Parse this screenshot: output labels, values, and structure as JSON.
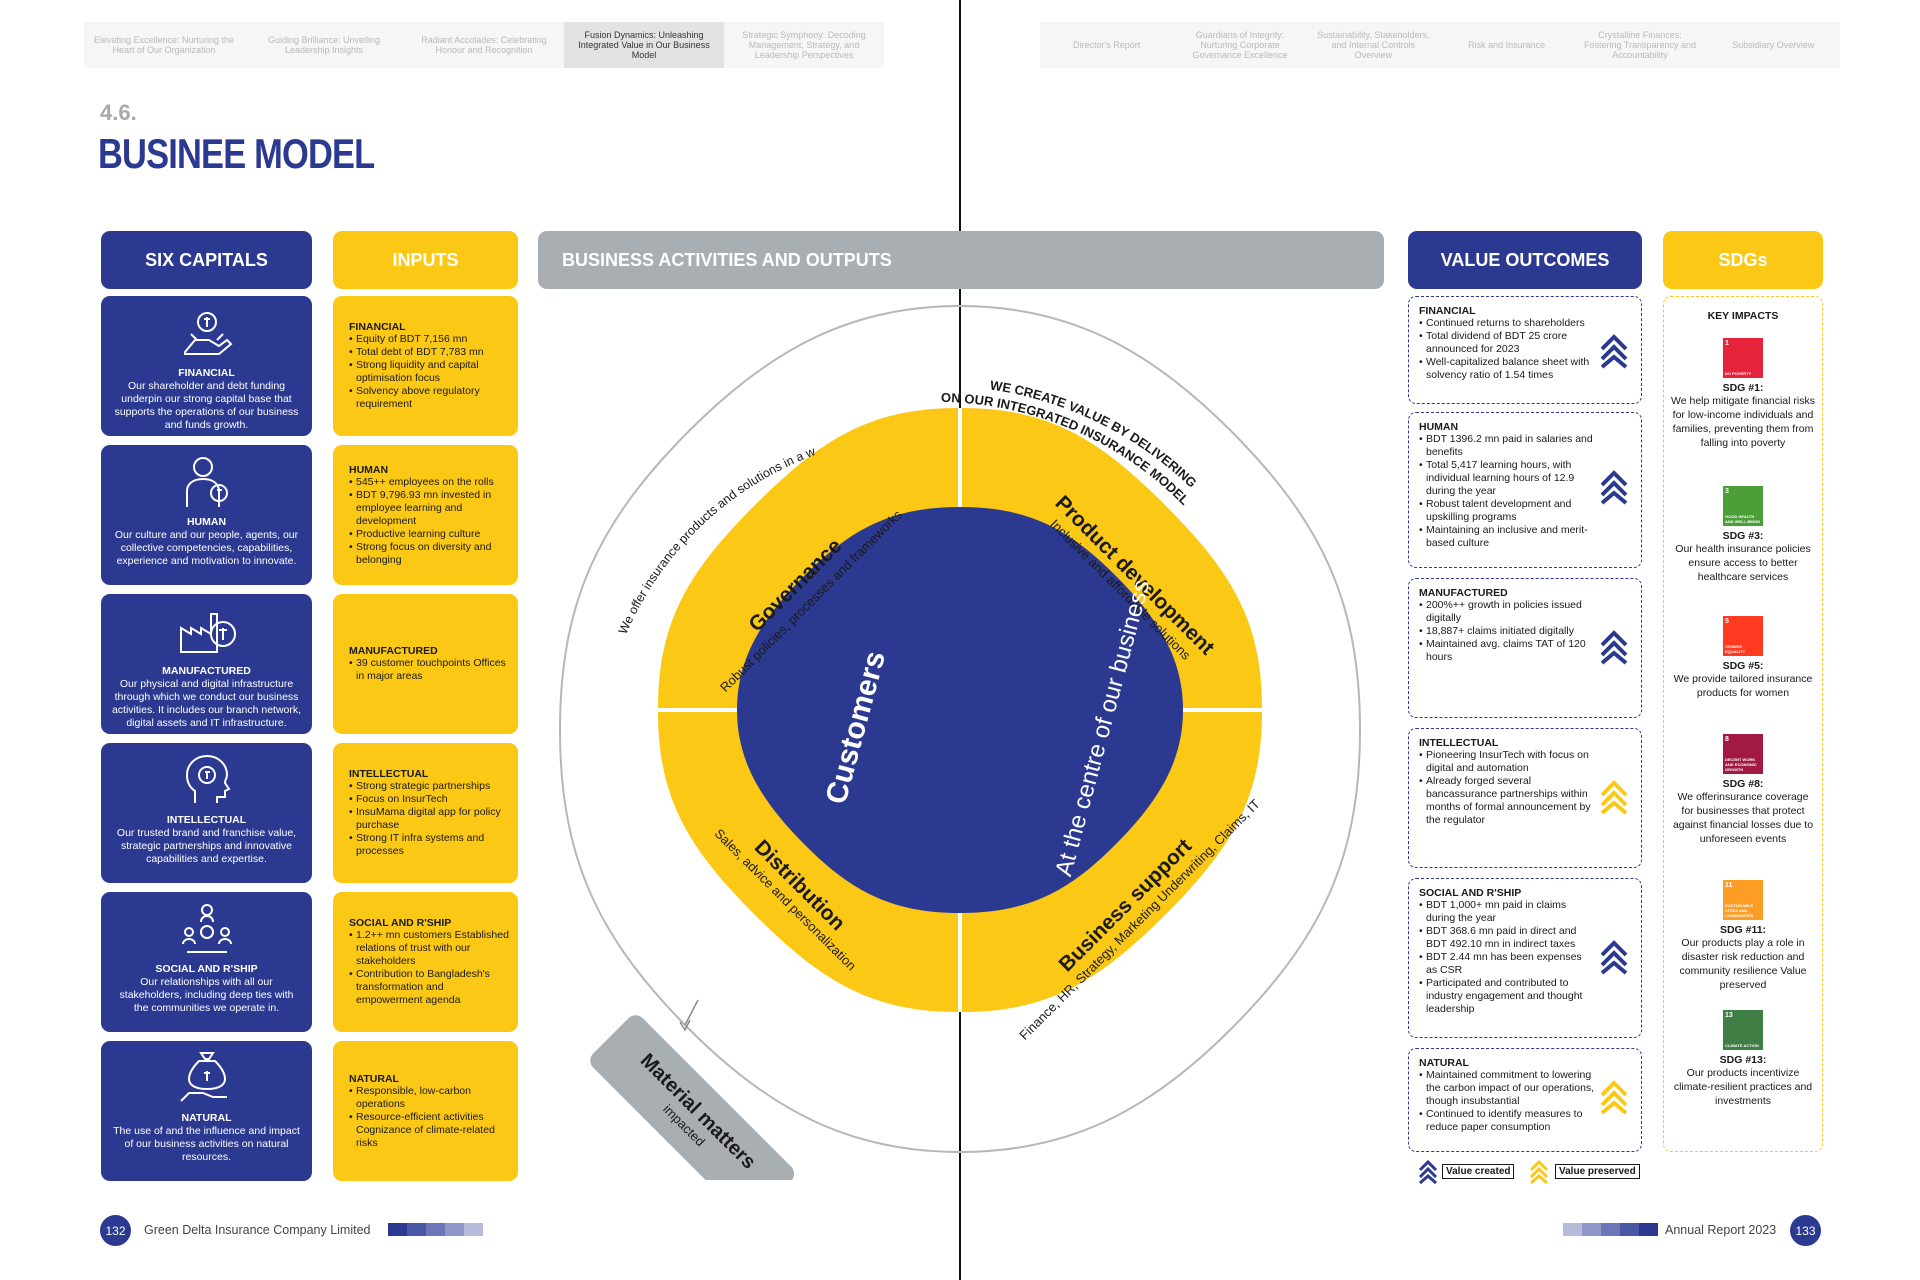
{
  "nav_left": [
    {
      "label": "Elevating Excellence: Nurturing the Heart of Our Organization",
      "active": false
    },
    {
      "label": "Guiding Brilliance: Unveiling Leadership Insights",
      "active": false
    },
    {
      "label": "Radiant Accolades: Celebrating Honour and Recognition",
      "active": false
    },
    {
      "label": "Fusion Dynamics: Unleashing Integrated Value in Our Business Model",
      "active": true
    },
    {
      "label": "Strategic Symphony: Decoding Management, Strategy, and Leadership Perspectives",
      "active": false
    }
  ],
  "nav_right": [
    {
      "label": "Director's Report"
    },
    {
      "label": "Guardians of Integrity: Nurturing Corporate Governance Excellence"
    },
    {
      "label": "Sustainability, Stakeholders, and Internal Controls Overview"
    },
    {
      "label": "Risk and Insurance"
    },
    {
      "label": "Crystalline Finances: Fostering Transparency and Accountability"
    },
    {
      "label": "Subsidiary Overview"
    }
  ],
  "section_number": "4.6.",
  "section_title": "BUSINEE MODEL",
  "headers": {
    "six_capitals": "SIX CAPITALS",
    "inputs": "INPUTS",
    "activities": "BUSINESS ACTIVITIES AND OUTPUTS",
    "outcomes": "VALUE OUTCOMES",
    "sdgs": "SDGs"
  },
  "capitals": [
    {
      "title": "FINANCIAL",
      "desc": "Our shareholder and debt funding underpin our strong capital base that supports the operations of our business and funds growth.",
      "icon": "hand-coins-icon"
    },
    {
      "title": "HUMAN",
      "desc": "Our culture and our people, agents, our collective competencies, capabilities, experience and motivation to innovate.",
      "icon": "person-taka-icon"
    },
    {
      "title": "MANUFACTURED",
      "desc": "Our physical and digital infrastructure through which we conduct our business activities. It includes our branch network, digital assets and IT infrastructure.",
      "icon": "factory-taka-icon"
    },
    {
      "title": "INTELLECTUAL",
      "desc": "Our trusted brand and franchise value, strategic partnerships and innovative capabilities and expertise.",
      "icon": "head-taka-icon"
    },
    {
      "title": "SOCIAL AND R'SHIP",
      "desc": "Our relationships with all our stakeholders, including deep ties with the communities we operate in.",
      "icon": "people-network-icon"
    },
    {
      "title": "NATURAL",
      "desc": "The use of and the influence and impact of our business activities on natural resources.",
      "icon": "money-bag-hand-icon"
    }
  ],
  "inputs": [
    {
      "title": "FINANCIAL",
      "items": [
        "Equity of BDT 7,156 mn",
        "Total debt of BDT 7,783 mn",
        "Strong liquidity and capital optimisation focus",
        "Solvency above regulatory requirement"
      ]
    },
    {
      "title": "HUMAN",
      "items": [
        "545++ employees on the rolls",
        "BDT 9,796.93 mn invested in employee learning and development",
        "Productive learning culture",
        "Strong focus on diversity and belonging"
      ]
    },
    {
      "title": "MANUFACTURED",
      "items": [
        "39 customer touchpoints Offices in major areas"
      ]
    },
    {
      "title": "INTELLECTUAL",
      "items": [
        "Strong strategic partnerships",
        "Focus on InsurTech",
        "InsuMama digital app for policy purchase",
        "Strong IT infra systems and processes"
      ]
    },
    {
      "title": "SOCIAL AND R'SHIP",
      "items": [
        "1.2++ mn customers Established relations of trust with our stakeholders",
        "Contribution to Bangladesh's transformation and empowerment agenda"
      ]
    },
    {
      "title": "NATURAL",
      "items": [
        "Responsible, low-carbon operations",
        "Resource-efficient activities Cognizance of climate-related risks"
      ]
    }
  ],
  "diagram": {
    "arc_left": "We offer insurance products and solutions in a way that best services our policyholder needs. We do this with the support of the organization's enabling functions.",
    "arc_right_1": "WE CREATE VALUE BY DELIVERING",
    "arc_right_2": "ON OUR INTEGRATED INSURANCE MODEL",
    "governance_title": "Governance",
    "governance_sub": "Robust policies, processes and frameworks",
    "product_title": "Product development",
    "product_sub": "Inclusive and affordable solutions",
    "distribution_title": "Distribution",
    "distribution_sub": "Sales, advice and personalization",
    "support_title": "Business support",
    "support_sub": "Finance, HR, Strategy, Marketing Underwriting, Claims, IT",
    "center_1": "Customers",
    "center_2": "At the centre of our business",
    "material_title": "Material matters",
    "material_sub": "impacted"
  },
  "outcomes": [
    {
      "title": "FINANCIAL",
      "items": [
        "Continued returns to shareholders",
        "Total dividend of BDT 25 crore announced for 2023",
        "Well-capitalized balance sheet with solvency ratio of 1.54 times"
      ],
      "type": "created"
    },
    {
      "title": "HUMAN",
      "items": [
        "BDT 1396.2 mn paid in salaries and benefits",
        "Total 5,417 learning hours, with individual learning hours of 12.9 during the year",
        "Robust talent development and upskilling programs",
        "Maintaining an inclusive and merit-based culture"
      ],
      "type": "created"
    },
    {
      "title": "MANUFACTURED",
      "items": [
        "200%++ growth in policies issued digitally",
        "18,887+ claims initiated digitally",
        "Maintained avg. claims TAT of 120 hours"
      ],
      "type": "created"
    },
    {
      "title": "INTELLECTUAL",
      "items": [
        "Pioneering InsurTech with focus on digital and automation",
        "Already forged several bancassurance partnerships within months of formal announcement by the regulator"
      ],
      "type": "preserved"
    },
    {
      "title": "SOCIAL AND R'SHIP",
      "items": [
        "BDT 1,000+ mn paid in claims during the year",
        "BDT 368.6 mn paid in direct and BDT 492.10 mn in indirect taxes",
        "BDT 2.44 mn has been expenses as CSR",
        "Participated and contributed to industry engagement and thought leadership"
      ],
      "type": "created"
    },
    {
      "title": "NATURAL",
      "items": [
        "Maintained commitment to lowering the carbon impact of our operations, though insubstantial",
        "Continued to identify measures to reduce paper consumption"
      ],
      "type": "preserved"
    }
  ],
  "legend": {
    "created": "Value created",
    "preserved": "Value preserved"
  },
  "sdgs": {
    "key_label": "KEY IMPACTS",
    "items": [
      {
        "num": "1",
        "tile_label": "NO POVERTY",
        "color": "#e5243b",
        "title": "SDG #1:",
        "desc": "We help mitigate financial risks for low-income individuals and families, preventing them from falling into poverty"
      },
      {
        "num": "3",
        "tile_label": "GOOD HEALTH AND WELL-BEING",
        "color": "#4c9f38",
        "title": "SDG #3:",
        "desc": "Our health insurance policies ensure access to better healthcare services"
      },
      {
        "num": "5",
        "tile_label": "GENDER EQUALITY",
        "color": "#ff3a21",
        "title": "SDG #5:",
        "desc": "We provide tailored insurance products for women"
      },
      {
        "num": "8",
        "tile_label": "DECENT WORK AND ECONOMIC GROWTH",
        "color": "#a21942",
        "title": "SDG #8:",
        "desc": "We offerinsurance coverage for businesses that protect against financial losses due to unforeseen events"
      },
      {
        "num": "11",
        "tile_label": "SUSTAINABLE CITIES AND COMMUNITIES",
        "color": "#fd9d24",
        "title": "SDG #11:",
        "desc": "Our products play a role in disaster risk reduction and community resilience Value preserved"
      },
      {
        "num": "13",
        "tile_label": "CLIMATE ACTION",
        "color": "#3f7e44",
        "title": "SDG #13:",
        "desc": "Our products incentivize climate-resilient practices and investments"
      }
    ]
  },
  "footer": {
    "left_page": "132",
    "left_text": "Green Delta Insurance Company Limited",
    "right_text": "Annual Report 2023",
    "right_page": "133"
  },
  "colors": {
    "brand_blue": "#2b3990",
    "brand_yellow": "#fcc816",
    "grey": "#a9aeb3"
  }
}
